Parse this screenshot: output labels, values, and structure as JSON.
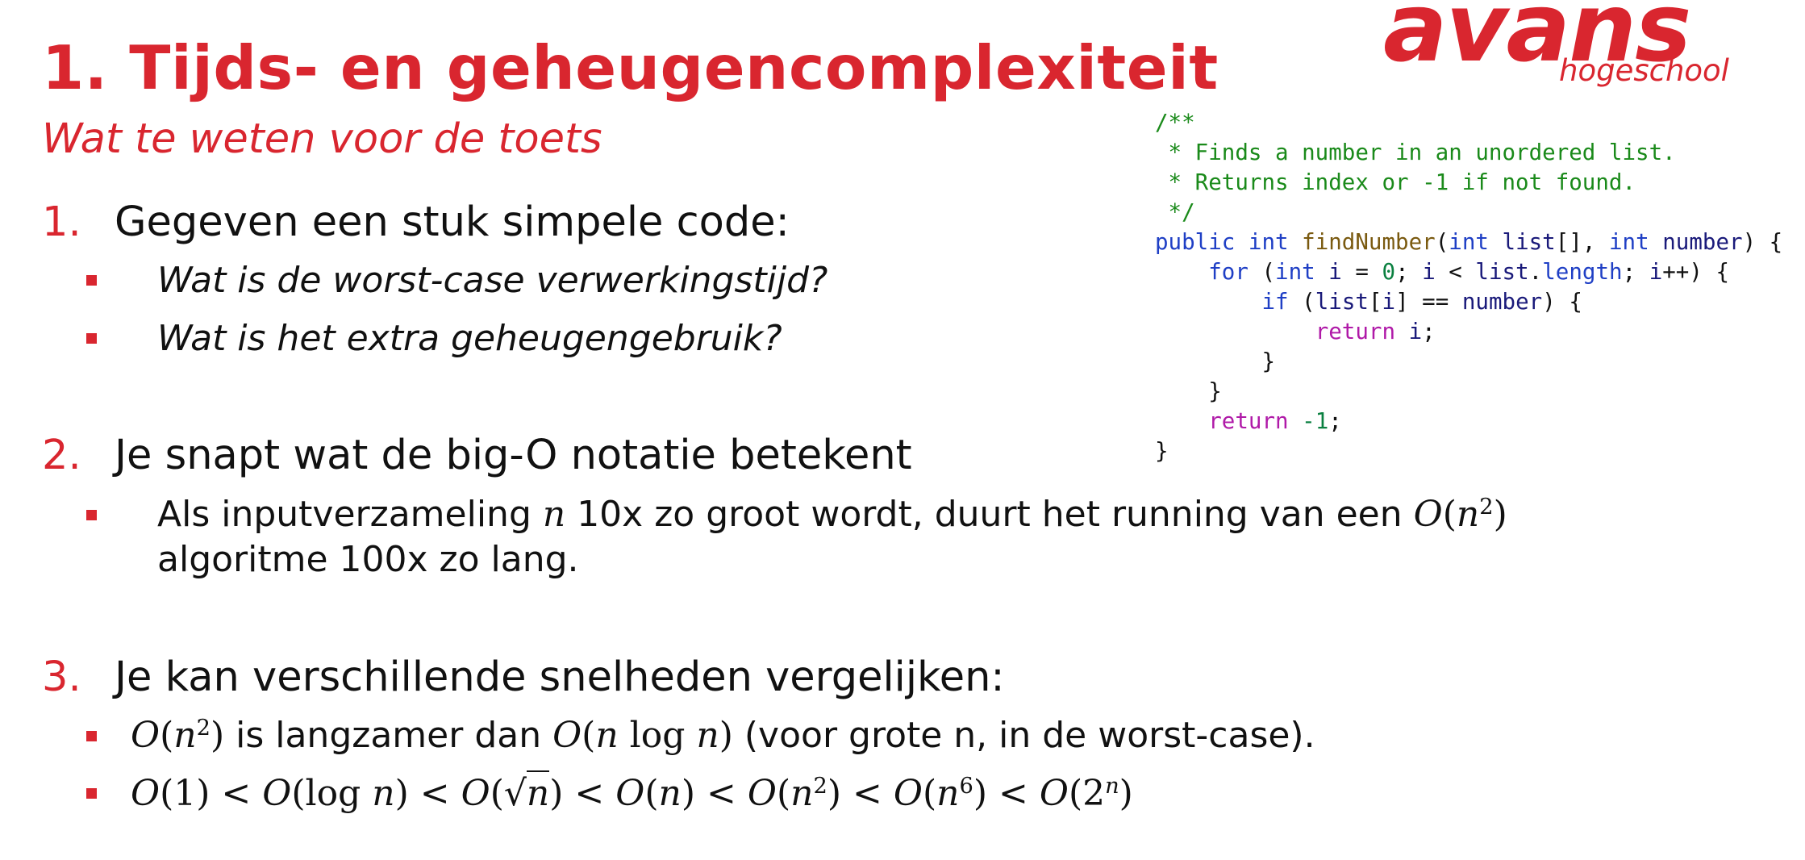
{
  "title": "1. Tijds- en geheugencomplexiteit",
  "subtitle": "Wat te weten voor de toets",
  "logo": {
    "main": "avans",
    "sub": "hogeschool"
  },
  "sections": [
    {
      "number": "1.",
      "heading": "Gegeven een stuk simpele code:",
      "bullets": [
        "Wat is de worst-case verwerkingstijd?",
        "Wat is het extra geheugengebruik?"
      ]
    },
    {
      "number": "2.",
      "heading": "Je snapt wat de big-O notatie betekent",
      "bullet": {
        "part1": "Als inputverzameling ",
        "var": "n",
        "part2": " 10x zo groot wordt, duurt het running van een ",
        "line2": "algoritme 100x zo lang."
      }
    },
    {
      "number": "3.",
      "heading": "Je kan verschillende snelheden vergelijken:",
      "bullet1_text": " is langzamer dan ",
      "bullet1_tail": " (voor grote n, in de worst-case)."
    }
  ],
  "code": {
    "comment_lines": [
      "/**",
      " * Finds a number in an unordered list.",
      " * Returns index or -1 if not found.",
      " */"
    ],
    "sig_public": "public",
    "sig_int": "int",
    "sig_fn": "findNumber",
    "sig_param1": "list",
    "sig_param2": "number",
    "for_kw": "for",
    "for_var": "i",
    "for_init": "0",
    "for_obj": "list",
    "for_prop": "length",
    "if_kw": "if",
    "return_kw": "return",
    "return_val": "-1"
  }
}
